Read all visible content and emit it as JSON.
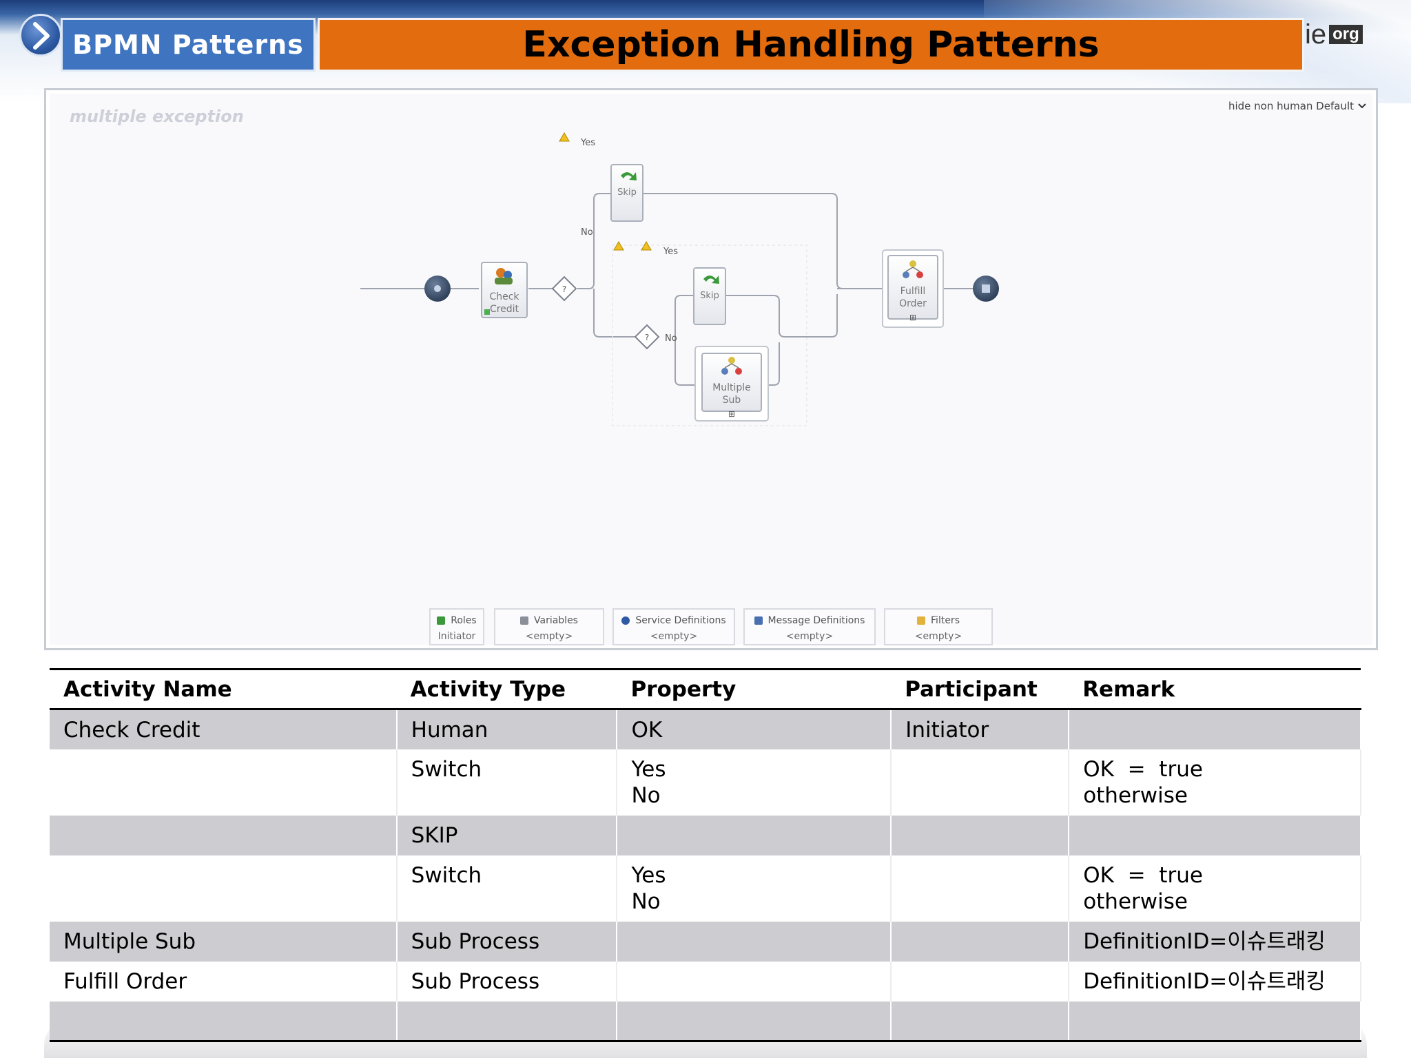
{
  "header": {
    "section_label": "BPMN Patterns",
    "title": "Exception Handling Patterns",
    "logo_text_1": "ie",
    "logo_text_2": "org",
    "colors": {
      "section_tab": "#3f74c1",
      "title_bar": "#e26c0e"
    }
  },
  "designer": {
    "canvas_title": "multiple exception",
    "view_menu": "hide non human Default",
    "nodes": {
      "check_credit": [
        "Check",
        "Credit"
      ],
      "skip_top": "Skip",
      "skip_mid": "Skip",
      "multiple_sub": [
        "Multiple",
        "Sub"
      ],
      "fulfill_order": [
        "Fulfill",
        "Order"
      ]
    },
    "edge_labels": {
      "yes_top": "Yes",
      "no_top": "No",
      "yes_mid": "Yes",
      "no_mid": "No"
    },
    "panels": [
      {
        "label": "Roles",
        "value": "Initiator",
        "icon": "roles-icon"
      },
      {
        "label": "Variables",
        "value": "<empty>",
        "icon": "variables-icon"
      },
      {
        "label": "Service Definitions",
        "value": "<empty>",
        "icon": "service-icon"
      },
      {
        "label": "Message Definitions",
        "value": "<empty>",
        "icon": "message-icon"
      },
      {
        "label": "Filters",
        "value": "<empty>",
        "icon": "filter-icon"
      }
    ]
  },
  "table": {
    "headers": [
      "Activity Name",
      "Activity Type",
      "Property",
      "Participant",
      "Remark"
    ],
    "rows": [
      {
        "name": "Check Credit",
        "type": "Human",
        "property": [
          "OK",
          ""
        ],
        "participant": "Initiator",
        "remark": [
          "",
          ""
        ]
      },
      {
        "name": "",
        "type": "Switch",
        "property": [
          "Yes",
          "No"
        ],
        "participant": "",
        "remark": [
          "OK  =  true",
          "otherwise"
        ]
      },
      {
        "name": "",
        "type": "SKIP",
        "property": [
          "",
          ""
        ],
        "participant": "",
        "remark": [
          "",
          ""
        ]
      },
      {
        "name": "",
        "type": "Switch",
        "property": [
          "Yes",
          "No"
        ],
        "participant": "",
        "remark": [
          "OK  =  true",
          "otherwise"
        ]
      },
      {
        "name": "Multiple Sub",
        "type": "Sub Process",
        "property": [
          "",
          ""
        ],
        "participant": "",
        "remark": [
          "DefinitionID=이슈트래킹",
          ""
        ]
      },
      {
        "name": "Fulfill Order",
        "type": "Sub Process",
        "property": [
          "",
          ""
        ],
        "participant": "",
        "remark": [
          "DefinitionID=이슈트래킹",
          ""
        ]
      },
      {
        "name": "",
        "type": "",
        "property": [
          "",
          ""
        ],
        "participant": "",
        "remark": [
          "",
          ""
        ]
      }
    ]
  }
}
